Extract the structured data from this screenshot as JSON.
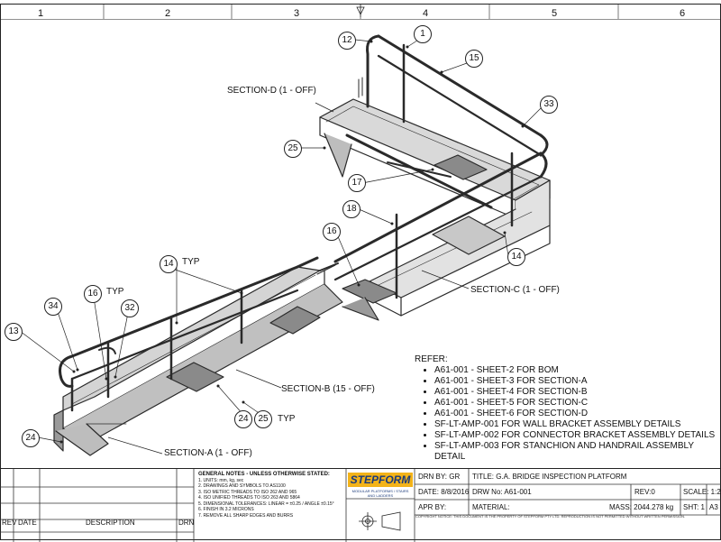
{
  "grid": {
    "columns": [
      "1",
      "2",
      "3",
      "4",
      "5",
      "6"
    ]
  },
  "balloons": {
    "b1": "1",
    "b12": "12",
    "b15": "15",
    "b33": "33",
    "b25_top": "25",
    "b17": "17",
    "b18": "18",
    "b16_right": "16",
    "b14_right": "14",
    "b14_left": "14",
    "b34": "34",
    "b16_left": "16",
    "b32": "32",
    "b13": "13",
    "b24_left": "24",
    "b24_mid": "24",
    "b25_mid": "25"
  },
  "labels": {
    "section_d": "SECTION-D (1 - OFF)",
    "section_c": "SECTION-C (1 - OFF)",
    "section_b": "SECTION-B (15 - OFF)",
    "section_a": "SECTION-A (1 - OFF)",
    "typ1": "TYP",
    "typ2": "TYP",
    "typ3": "TYP"
  },
  "refer": {
    "heading": "REFER:",
    "items": [
      "A61-001 - SHEET-2 FOR BOM",
      "A61-001 - SHEET-3 FOR SECTION-A",
      "A61-001 - SHEET-4 FOR SECTION-B",
      "A61-001 - SHEET-5 FOR SECTION-C",
      "A61-001 - SHEET-6 FOR SECTION-D",
      "SF-LT-AMP-001 FOR WALL BRACKET ASSEMBLY DETAILS",
      "SF-LT-AMP-002 FOR CONNECTOR BRACKET ASSEMBLY DETAILS",
      "SF-LT-AMP-003 FOR STANCHION AND HANDRAIL ASSEMBLY DETAIL"
    ]
  },
  "revision_table": {
    "rev": "REV",
    "date": "DATE",
    "description": "DESCRIPTION",
    "drn": "DRN"
  },
  "notes": {
    "heading": "GENERAL NOTES - UNLESS OTHERWISE STATED:",
    "lines": [
      "1. UNITS: mm, kg, sec",
      "2. DRAWINGS AND SYMBOLS TO AS1100",
      "3. ISO METRIC THREADS TO ISO 262 AND 965",
      "4. ISO UNIFIED THREADS TO ISO 263 AND 5864",
      "5. DIMENSIONAL TOLERANCES: LINEAR = ±0.25 / ANGLE ±0.15°",
      "6. FINISH IN 3.2 MICRONS",
      "7. REMOVE ALL SHARP EDGES AND BURRS"
    ]
  },
  "logo": {
    "word": "STEPFORM",
    "tagline": "MODULAR PLATFORMS / STAIRS AND LADDERS"
  },
  "title_block": {
    "drn_by": "DRN BY: GR",
    "title": "TITLE: G.A. BRIDGE INSPECTION PLATFORM",
    "date": "DATE: 8/8/2016",
    "drw_no": "DRW No: A61-001",
    "rev": "REV:0",
    "scale": "SCALE: 1:2",
    "apr_by": "APR BY:",
    "material": "MATERIAL:",
    "mass": "MASS: 2044.278 kg",
    "sht": "SHT: 1",
    "size": "A3"
  },
  "smallprint": "COPYRIGHT NOTICE: THIS DOCUMENT IS THE PROPERTY OF STEPFORM PTY LTD. REPRODUCTION IS NOT PERMITTED WITHOUT WRITTEN PERMISSION."
}
